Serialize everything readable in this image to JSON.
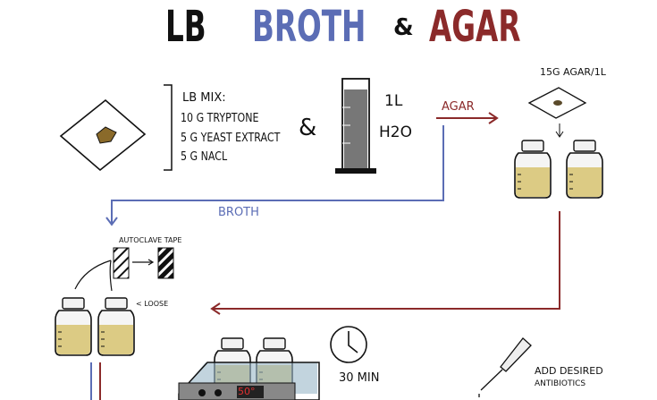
{
  "title": {
    "part1": "LB",
    "part2": "BROTH",
    "amp": "&",
    "part3": "AGAR"
  },
  "colors": {
    "broth": "#5b6db5",
    "agar": "#8b2a2a",
    "liquid": "#dccb84",
    "ink": "#111111"
  },
  "ingredients": {
    "heading": "LB MIX:",
    "items": [
      "10 g TRYPTONE",
      "5 g YEAST EXTRACT",
      "5 g NaCl"
    ],
    "amp": "&"
  },
  "water": {
    "volume": "1L",
    "label": "H2O"
  },
  "agar_step": {
    "arrow_label": "AGAR",
    "amount": "15g AGAR/1L"
  },
  "broth_step": {
    "arrow_label": "BROTH"
  },
  "autoclave": {
    "tape_label": "AUTOCLAVE TAPE",
    "cap_note": "< LOOSE"
  },
  "water_bath": {
    "temperature": "50°"
  },
  "timer": {
    "label": "30 MIN"
  },
  "antibiotics": {
    "line1": "ADD DESIRED",
    "line2": "ANTIBIOTICS"
  }
}
